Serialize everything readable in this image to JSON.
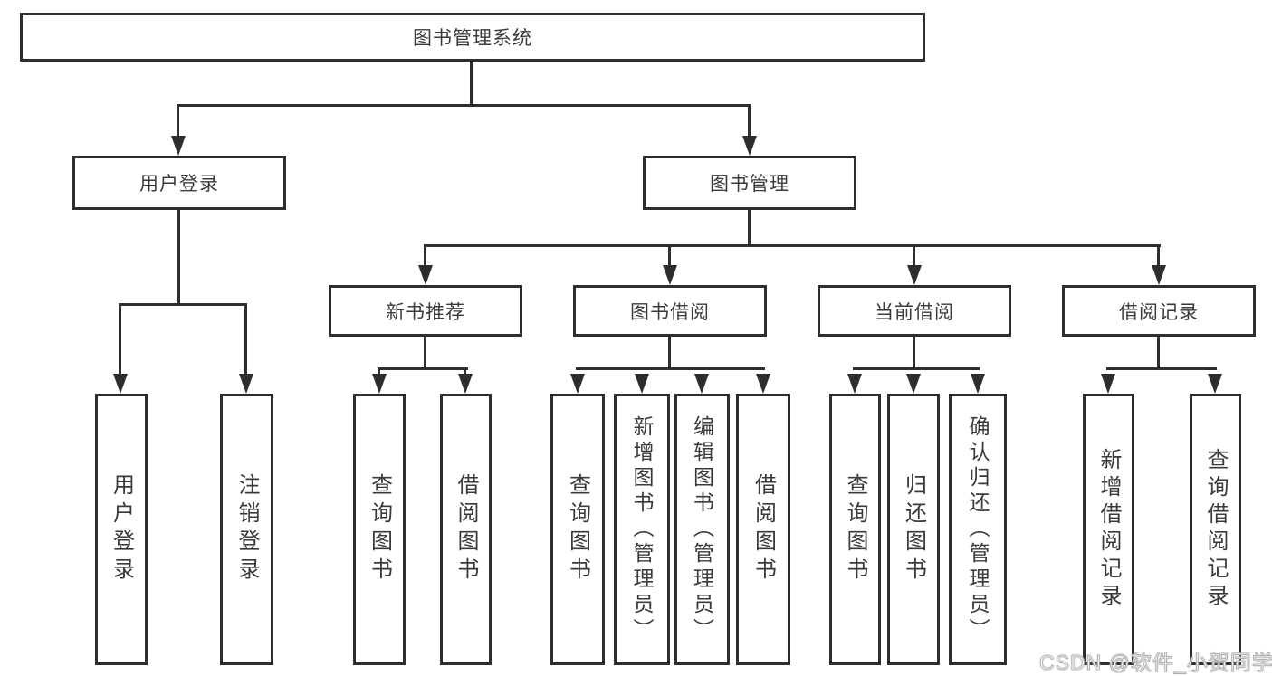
{
  "diagram": {
    "title": "图书管理系统",
    "type": "hierarchy-tree",
    "colors": {
      "line": "#2e2e2e",
      "border": "#2e2e2e",
      "text": "#3a3a3a",
      "background": "#ffffff",
      "watermark_fill": "#ffffff",
      "watermark_outline": "#b0b0b0"
    },
    "tree": {
      "root": "图书管理系统",
      "children": [
        {
          "label": "用户登录",
          "children": [
            "用户登录",
            "注销登录"
          ]
        },
        {
          "label": "图书管理",
          "children": [
            {
              "label": "新书推荐",
              "children": [
                "查询图书",
                "借阅图书"
              ]
            },
            {
              "label": "图书借阅",
              "children": [
                "查询图书",
                "新增图书（管理员）",
                "编辑图书（管理员）",
                "借阅图书"
              ]
            },
            {
              "label": "当前借阅",
              "children": [
                "查询图书",
                "归还图书",
                "确认归还（管理员）"
              ]
            },
            {
              "label": "借阅记录",
              "children": [
                "新增借阅记录",
                "查询借阅记录"
              ]
            }
          ]
        }
      ]
    },
    "watermark": "CSDN @软件_小贺同学"
  }
}
